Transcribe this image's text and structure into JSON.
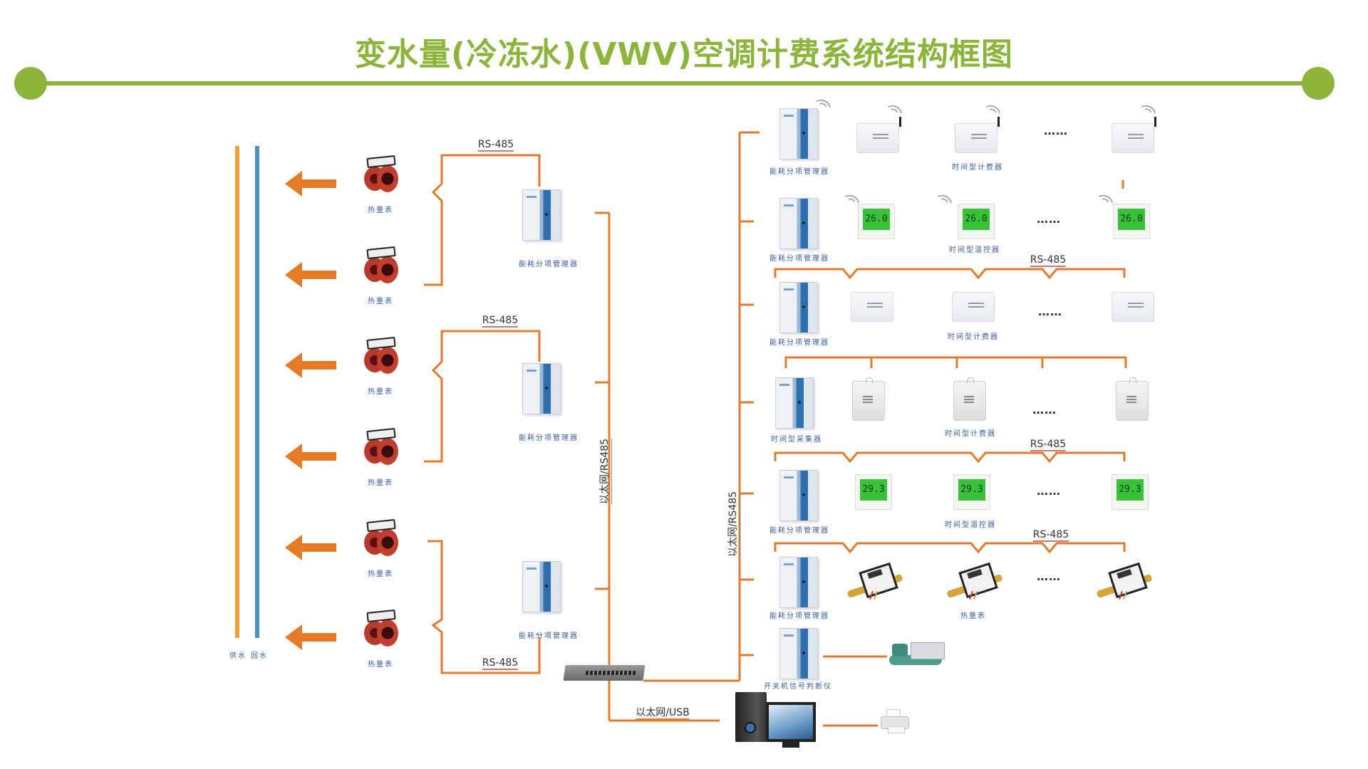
{
  "title": "变水量(冷冻水)(VWV)空调计费系统结构框图",
  "colors": {
    "accent_green": "#8cb43a",
    "wire_orange": "#e07b2e",
    "supply_pipe": "#f0a030",
    "return_pipe": "#4a90c0"
  },
  "left_section": {
    "pipe_labels": {
      "supply": "供水",
      "return": "回水"
    },
    "heat_meters": [
      {
        "label": "热量表"
      },
      {
        "label": "热量表"
      },
      {
        "label": "热量表"
      },
      {
        "label": "热量表"
      },
      {
        "label": "热量表"
      },
      {
        "label": "热量表"
      }
    ],
    "managers": [
      {
        "label": "能耗分项管理器",
        "bus": "RS-485"
      },
      {
        "label": "能耗分项管理器",
        "bus": "RS-485"
      },
      {
        "label": "能耗分项管理器",
        "bus": "RS-485"
      }
    ],
    "trunk_label": "以太网/RS485"
  },
  "center": {
    "switch": "network-switch",
    "computer_link_label": "以太网/USB"
  },
  "right_section": {
    "trunk_label": "以太网/RS485",
    "ellipsis": "……",
    "rows": [
      {
        "controller": "能耗分项管理器",
        "device_label": "时间型计费器",
        "device_type": "wireless-meter",
        "bus": ""
      },
      {
        "controller": "能耗分项管理器",
        "device_label": "时间型温控器",
        "device_type": "wireless-thermostat",
        "display": "26.0",
        "bus": "RS-485"
      },
      {
        "controller": "能耗分项管理器",
        "device_label": "时间型计费器",
        "device_type": "meter",
        "bus": ""
      },
      {
        "controller": "时间型采集器",
        "device_label": "时间型计费器",
        "device_type": "box-meter",
        "bus": "RS-485"
      },
      {
        "controller": "能耗分项管理器",
        "device_label": "时间型温控器",
        "device_type": "thermostat",
        "display": "29.3",
        "bus": "RS-485"
      },
      {
        "controller": "能耗分项管理器",
        "device_label": "热量表",
        "device_type": "heat-meter",
        "bus": ""
      },
      {
        "controller": "开关机信号判断仪",
        "device_label": "",
        "device_type": "chiller"
      }
    ],
    "printer": "printer"
  }
}
